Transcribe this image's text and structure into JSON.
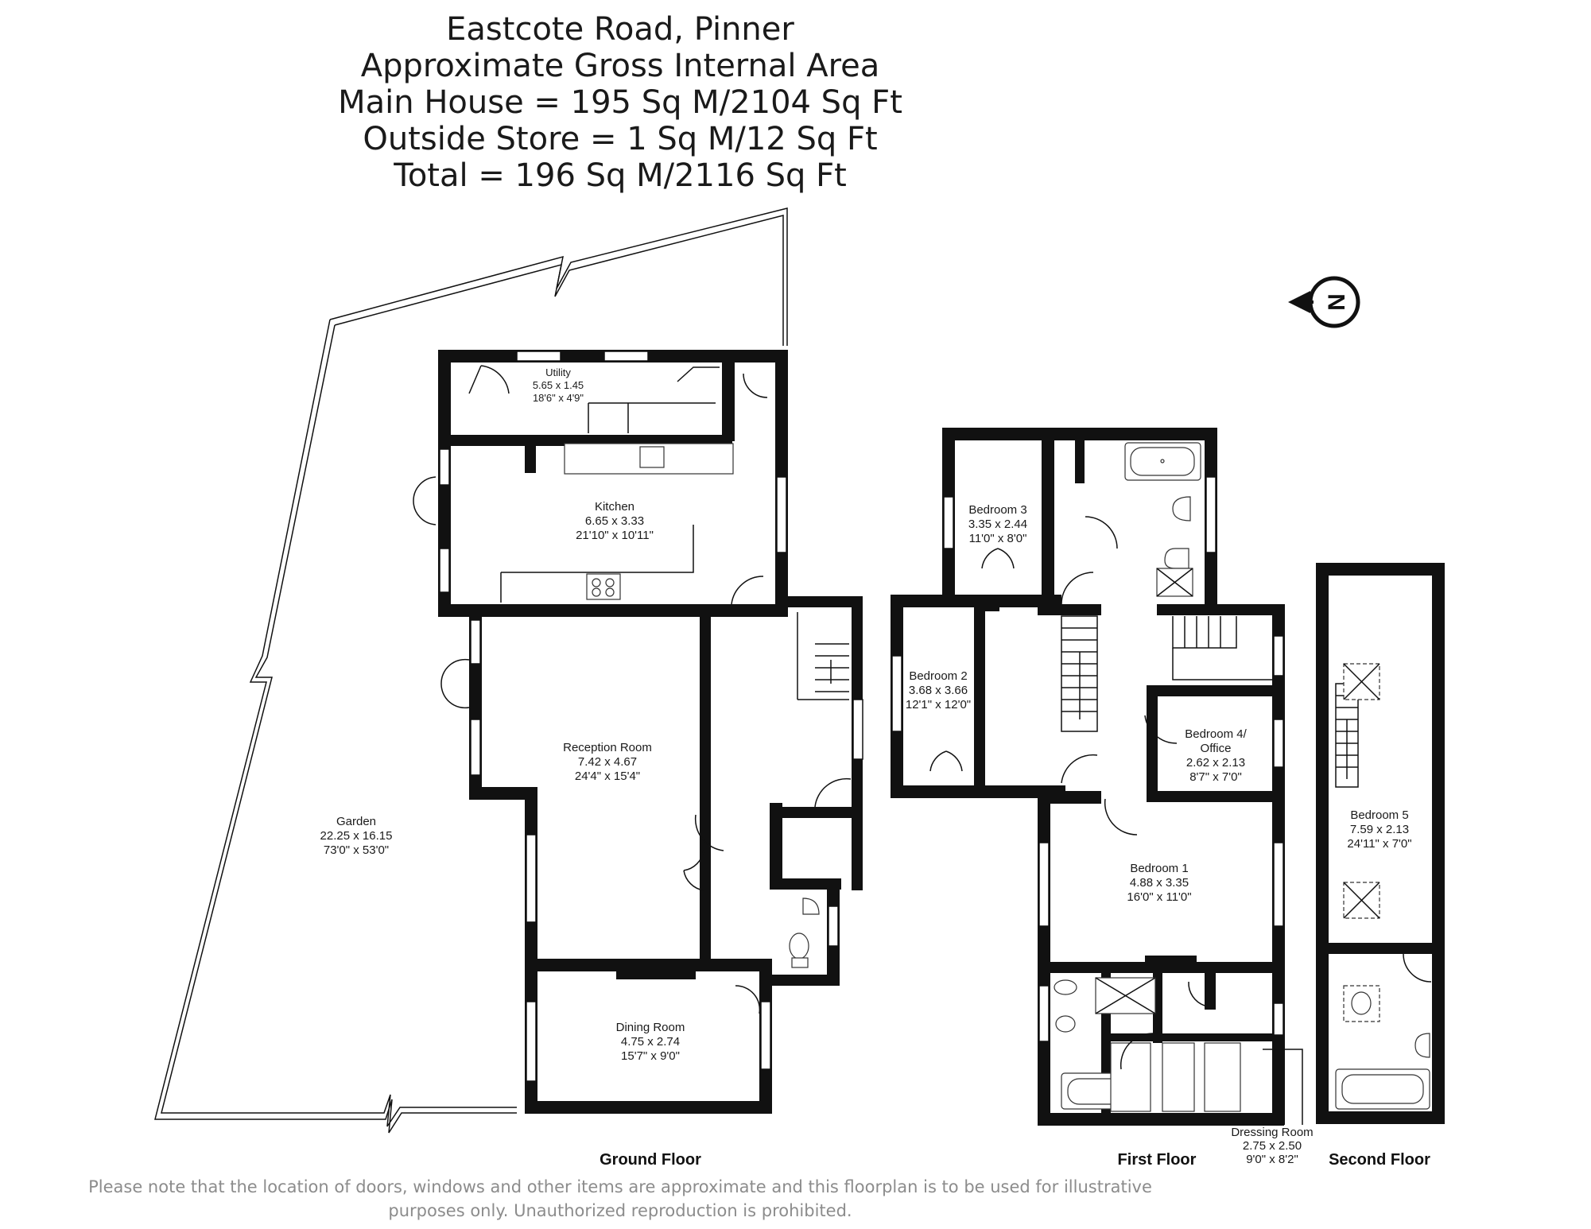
{
  "header": {
    "line1": "Eastcote Road, Pinner",
    "line2": "Approximate Gross Internal Area",
    "line3": "Main House = 195 Sq M/2104 Sq Ft",
    "line4": "Outside Store = 1 Sq M/12 Sq Ft",
    "line5": "Total = 196 Sq M/2116 Sq Ft"
  },
  "compass": {
    "letter": "N"
  },
  "rooms": {
    "utility": {
      "name": "Utility",
      "metric": "5.65 x 1.45",
      "imperial": "18'6\" x 4'9\""
    },
    "kitchen": {
      "name": "Kitchen",
      "metric": "6.65 x 3.33",
      "imperial": "21'10\" x 10'11\""
    },
    "reception": {
      "name": "Reception Room",
      "metric": "7.42 x 4.67",
      "imperial": "24'4\" x 15'4\""
    },
    "dining": {
      "name": "Dining Room",
      "metric": "4.75 x 2.74",
      "imperial": "15'7\" x 9'0\""
    },
    "garden": {
      "name": "Garden",
      "metric": "22.25 x 16.15",
      "imperial": "73'0\" x 53'0\""
    },
    "bedroom3": {
      "name": "Bedroom 3",
      "metric": "3.35 x 2.44",
      "imperial": "11'0\" x 8'0\""
    },
    "bedroom2": {
      "name": "Bedroom 2",
      "metric": "3.68 x 3.66",
      "imperial": "12'1\" x 12'0\""
    },
    "bedroom4": {
      "name1": "Bedroom 4/",
      "name2": "Office",
      "metric": "2.62 x 2.13",
      "imperial": "8'7\" x 7'0\""
    },
    "bedroom1": {
      "name": "Bedroom 1",
      "metric": "4.88 x 3.35",
      "imperial": "16'0\" x 11'0\""
    },
    "dressing": {
      "name": "Dressing Room",
      "metric": "2.75 x 2.50",
      "imperial": "9'0\" x 8'2\""
    },
    "bedroom5": {
      "name": "Bedroom 5",
      "metric": "7.59 x 2.13",
      "imperial": "24'11\" x 7'0\""
    }
  },
  "floors": {
    "ground": "Ground Floor",
    "first": "First Floor",
    "second": "Second Floor"
  },
  "disclaimer": {
    "line1": "Please note that the location of doors, windows and other items are approximate and this floorplan is to be used for illustrative",
    "line2": "purposes only. Unauthorized reproduction is prohibited."
  }
}
